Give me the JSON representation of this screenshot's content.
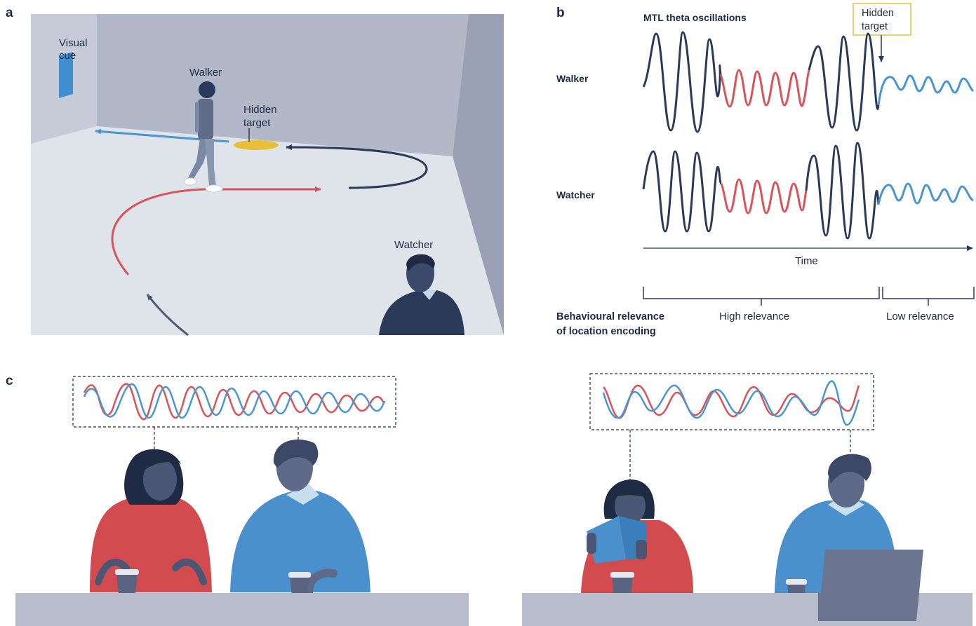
{
  "panels": {
    "a": {
      "letter": "a",
      "visual_cue": [
        "Visual",
        "cue"
      ],
      "walker": "Walker",
      "hidden_target": [
        "Hidden",
        "target"
      ],
      "watcher": "Watcher"
    },
    "b": {
      "letter": "b",
      "title": "MTL theta oscillations",
      "hidden_target": [
        "Hidden",
        "target"
      ],
      "rows": [
        "Walker",
        "Watcher"
      ],
      "time_label": "Time",
      "relevance_label": [
        "Behavioural relevance",
        "of location encoding"
      ],
      "high": "High relevance",
      "low": "Low relevance"
    },
    "c": {
      "letter": "c"
    }
  },
  "colors": {
    "navy": "#2b3a58",
    "red": "#d9545a",
    "blue": "#4a97cf",
    "yellow": "#e9bf3a",
    "room_floor": "#dde2ea",
    "room_wall": "#b2b8c8",
    "table": "#b8bccb"
  }
}
